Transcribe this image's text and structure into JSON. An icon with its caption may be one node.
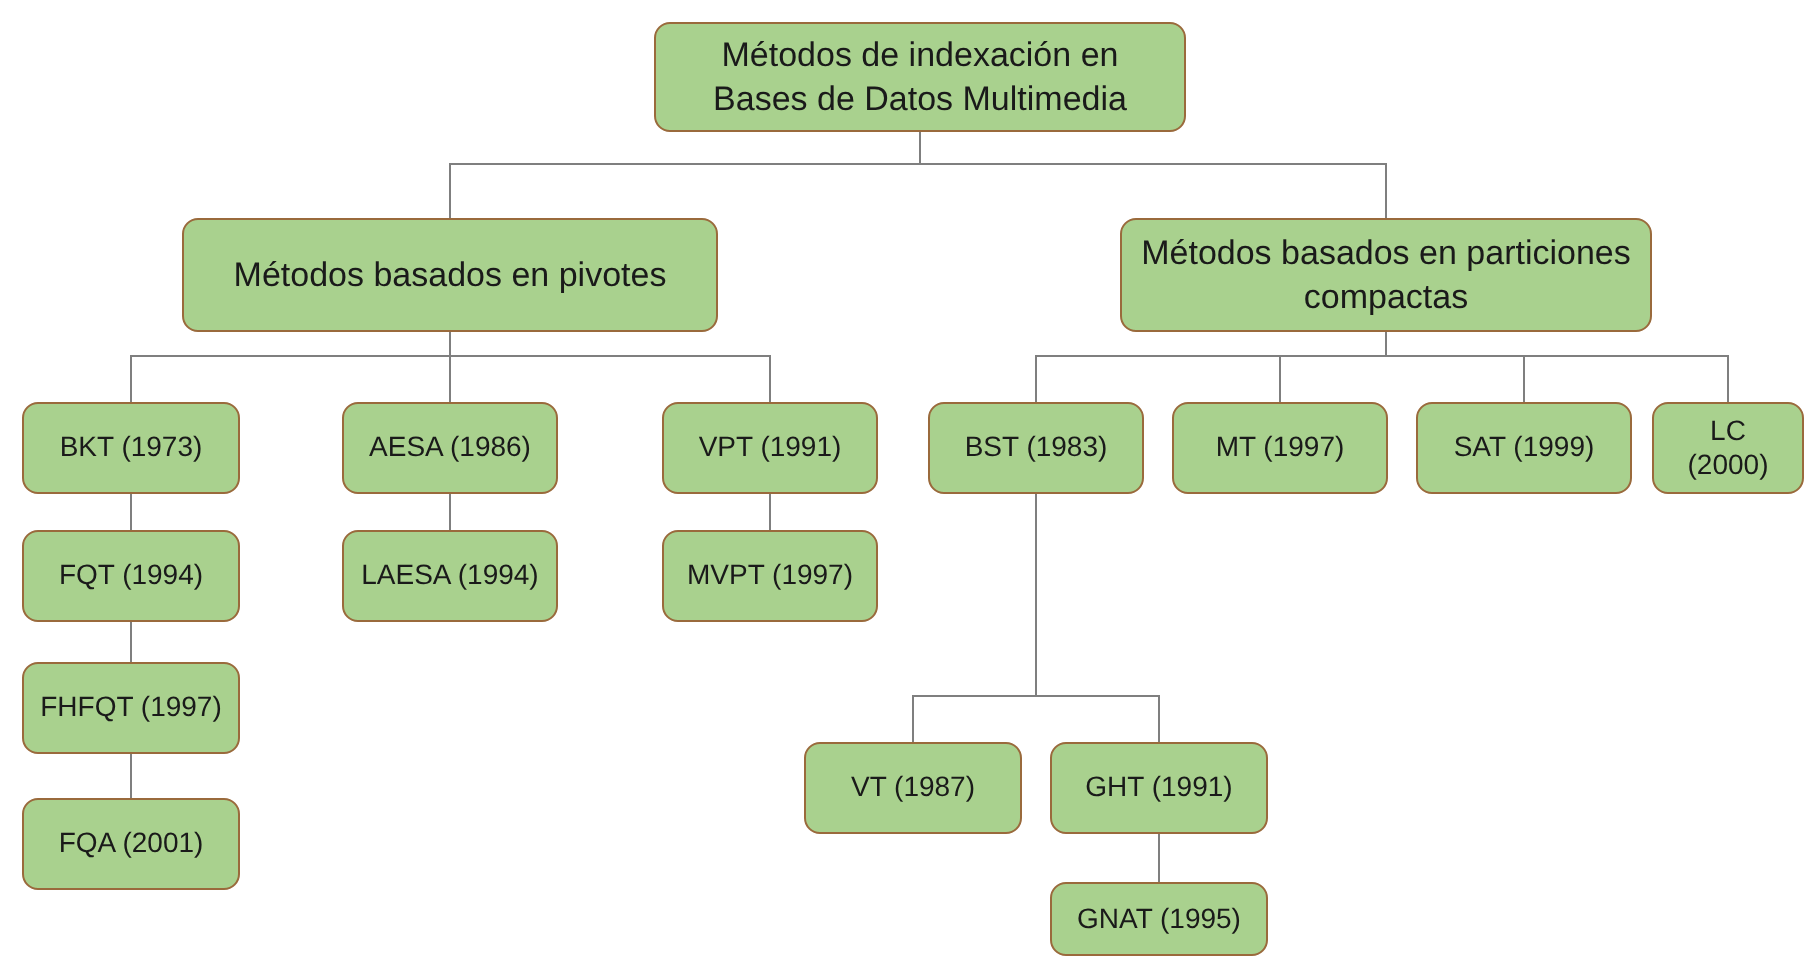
{
  "diagram": {
    "nodes": [
      {
        "text": [
          "Métodos de indexación en Bases de Datos Multimedia"
        ]
      },
      {
        "text": [
          "Métodos basados en pivotes"
        ]
      },
      {
        "text": [
          "Métodos basados en particiones compactas"
        ]
      },
      {
        "text": [
          "BKT (1973)"
        ]
      },
      {
        "text": [
          "AESA (1986)"
        ]
      },
      {
        "text": [
          "VPT (1991)"
        ]
      },
      {
        "text": [
          "BST (1983)"
        ]
      },
      {
        "text": [
          "MT (1997)"
        ]
      },
      {
        "text": [
          "SAT (1999)"
        ]
      },
      {
        "text": [
          "LC (2000)"
        ]
      },
      {
        "text": [
          "FQT (1994)"
        ]
      },
      {
        "text": [
          "LAESA (1994)"
        ]
      },
      {
        "text": [
          "MVPT (1997)"
        ]
      },
      {
        "text": [
          "FHFQT (1997)"
        ]
      },
      {
        "text": [
          "FQA (2001)"
        ]
      },
      {
        "text": [
          "VT (1987)"
        ]
      },
      {
        "text": [
          "GHT (1991)"
        ]
      },
      {
        "text": [
          "GNAT (1995)"
        ]
      }
    ],
    "edges": [
      {
        "from": 0,
        "to": 1,
        "arrow": "none"
      },
      {
        "from": 0,
        "to": 2,
        "arrow": "none"
      },
      {
        "from": 1,
        "to": 3,
        "arrow": "none"
      },
      {
        "from": 1,
        "to": 4,
        "arrow": "none"
      },
      {
        "from": 1,
        "to": 5,
        "arrow": "none"
      },
      {
        "from": 2,
        "to": 6,
        "arrow": "none"
      },
      {
        "from": 2,
        "to": 7,
        "arrow": "none"
      },
      {
        "from": 2,
        "to": 8,
        "arrow": "none"
      },
      {
        "from": 2,
        "to": 9,
        "arrow": "none"
      },
      {
        "from": 3,
        "to": 10,
        "arrow": "none"
      },
      {
        "from": 4,
        "to": 11,
        "arrow": "none"
      },
      {
        "from": 5,
        "to": 12,
        "arrow": "none"
      },
      {
        "from": 10,
        "to": 13,
        "arrow": "none"
      },
      {
        "from": 13,
        "to": 14,
        "arrow": "none"
      },
      {
        "from": 6,
        "to": 15,
        "arrow": "none"
      },
      {
        "from": 6,
        "to": 16,
        "arrow": "none"
      },
      {
        "from": 16,
        "to": 17,
        "arrow": "none"
      }
    ]
  }
}
